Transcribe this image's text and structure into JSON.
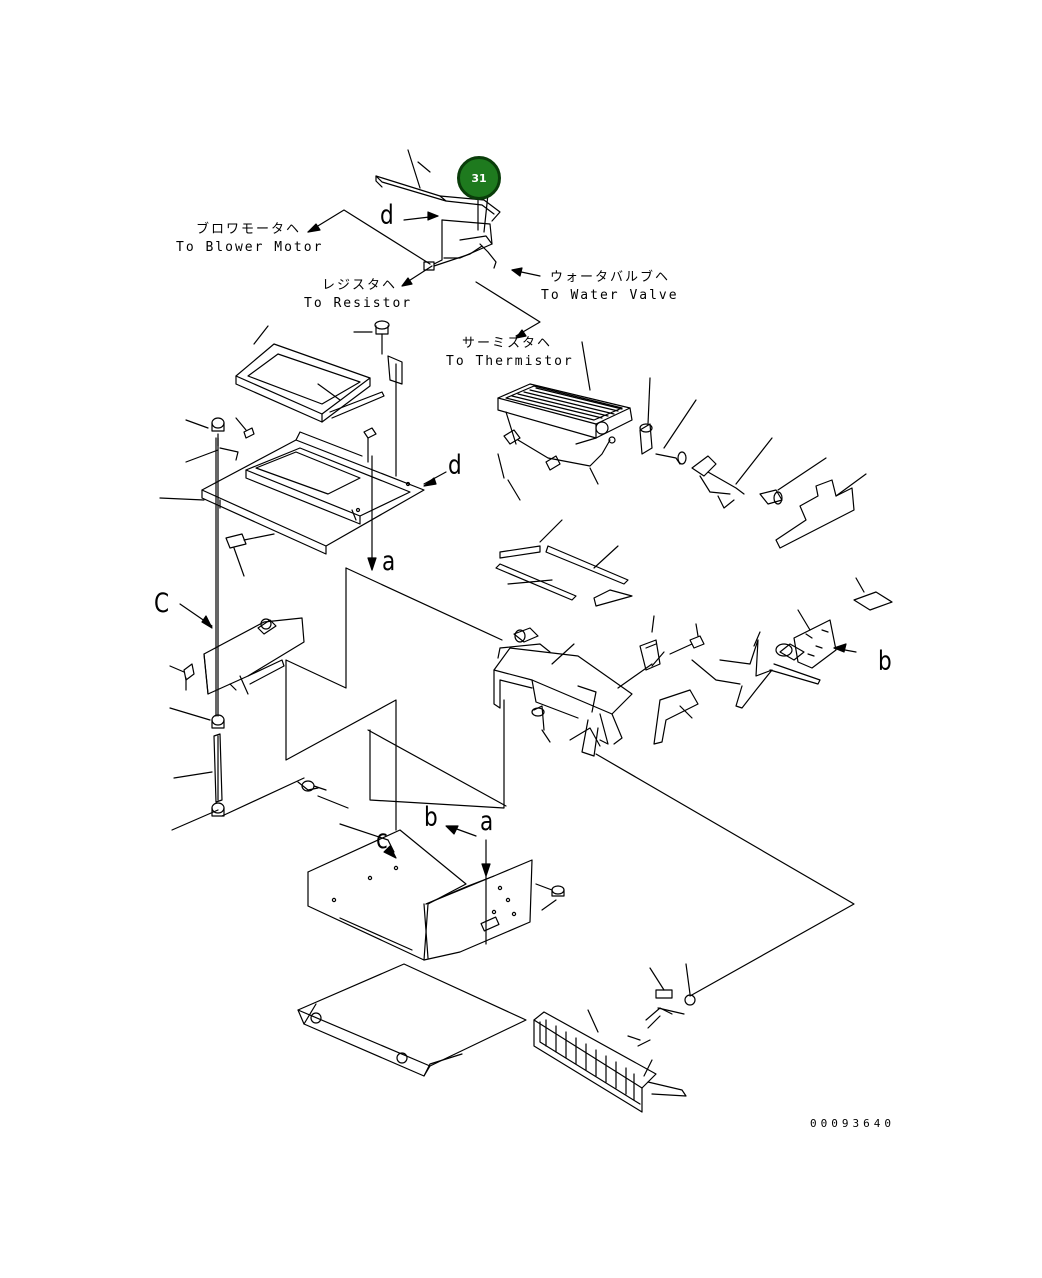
{
  "callout": {
    "number": "31",
    "color": "#1e7a1e"
  },
  "labels": {
    "blower_jp": "ブロワモータヘ",
    "blower_en": "To Blower Motor",
    "resistor_jp": "レジスタヘ",
    "resistor_en": "To Resistor",
    "water_jp": "ウォータバルブヘ",
    "water_en": "To Water Valve",
    "thermistor_jp": "サーミスタヘ",
    "thermistor_en": "To Thermistor"
  },
  "letters": {
    "d_top": "d",
    "d_mid": "d",
    "a_mid": "a",
    "c_left": "C",
    "b_right": "b",
    "b_bottom": "b",
    "a_bottom": "a",
    "c_bottom": "c"
  },
  "drawing_code": "00093640"
}
